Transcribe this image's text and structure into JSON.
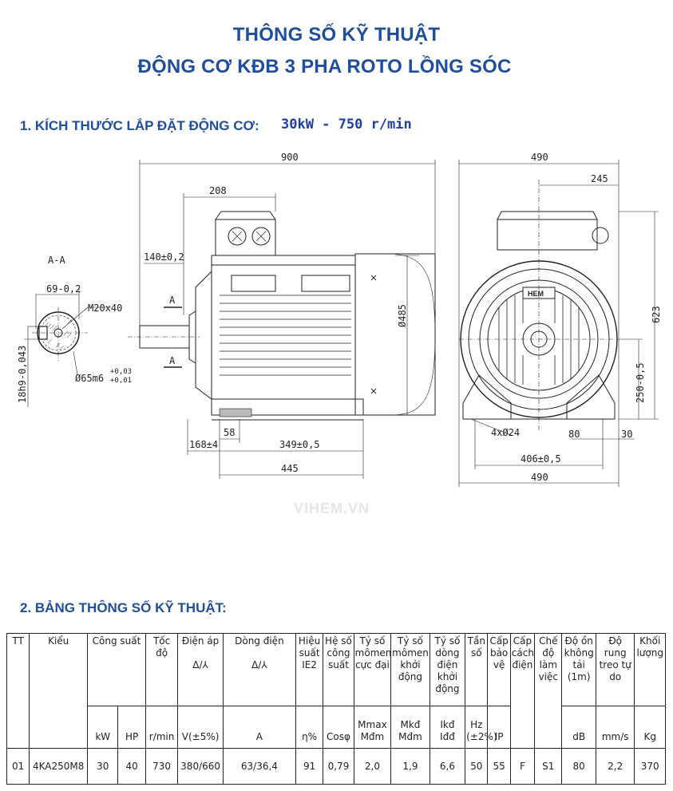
{
  "header": {
    "line1": "THÔNG SỐ KỸ THUẬT",
    "line2": "ĐỘNG CƠ KĐB 3 PHA ROTO LỒNG SÓC"
  },
  "section1": {
    "title": "1. KÍCH THƯỚC LẮP ĐẶT ĐỘNG CƠ:",
    "spec": "30kW - 750 r/min"
  },
  "drawing": {
    "section_label": "A-A",
    "dim_69": "69-0,2",
    "dim_m20": "M20x40",
    "dim_18h9": "18h9-0,043",
    "dim_65": "Ø65m6",
    "dim_65_tol_top": "+0,03",
    "dim_65_tol_bottom": "+0,01",
    "dim_900": "900",
    "dim_208": "208",
    "dim_140": "140±0,2",
    "dim_485": "Ø485",
    "dim_58": "58",
    "dim_168": "168±4",
    "dim_349": "349±0,5",
    "dim_445": "445",
    "cut_a": "A",
    "front_490_top": "490",
    "front_245": "245",
    "front_623": "623",
    "front_250": "250-0,5",
    "front_4x24": "4xØ24",
    "front_80": "80",
    "front_30": "30",
    "front_406": "406±0,5",
    "front_490_bottom": "490",
    "nameplate": "HEM"
  },
  "watermark": "VIHEM.VN",
  "section2": {
    "title": "2. BẢNG THÔNG SỐ KỸ THUẬT:"
  },
  "table": {
    "headers": {
      "tt": "TT",
      "kieu": "Kiểu",
      "cong_suat": "Công suất",
      "toc_do": "Tốc độ",
      "dien_ap": "Điện áp",
      "dong_dien": "Dòng điện",
      "hieu_suat": "Hiệu suất IE2",
      "he_so": "Hệ số công suất",
      "ty_so_mmax": "Tỷ số mômen cực đại",
      "ty_so_mkd": "Tỷ số mômen khởi động",
      "ty_so_ikd": "Tỷ số dòng điện khởi động",
      "tan_so": "Tần số",
      "cap_bao_ve": "Cấp bảo vệ",
      "cap_cach_dien": "Cấp cách điện",
      "che_do": "Chế độ làm việc",
      "do_on": "Độ ồn không tải (1m)",
      "do_rung": "Độ rung treo tự do",
      "khoi_luong": "Khối lượng",
      "symbol_v": "Δ/⅄",
      "symbol_a": "Δ/⅄"
    },
    "units": {
      "kw": "kW",
      "hp": "HP",
      "rpm": "r/min",
      "volt": "V(±5%)",
      "amp": "A",
      "eff": "η%",
      "cos": "Cosφ",
      "mmax": "Mmax",
      "mmax_den": "Mđm",
      "mkd": "Mkđ",
      "mkd_den": "Mđm",
      "ikd": "Ikđ",
      "ikd_den": "Iđđ",
      "hz": "Hz",
      "hz_tol": "(±2%)",
      "ip": "IP",
      "db": "dB",
      "mms": "mm/s",
      "kg": "Kg"
    },
    "row": {
      "tt": "01",
      "kieu": "4KA250M8",
      "kw": "30",
      "hp": "40",
      "rpm": "730",
      "volt": "380/660",
      "amp": "63/36,4",
      "eff": "91",
      "cos": "0,79",
      "mmax": "2,0",
      "mkd": "1,9",
      "ikd": "6,6",
      "hz": "50",
      "ip": "55",
      "ins": "F",
      "duty": "S1",
      "db": "80",
      "vib": "2,2",
      "kg": "370"
    }
  }
}
